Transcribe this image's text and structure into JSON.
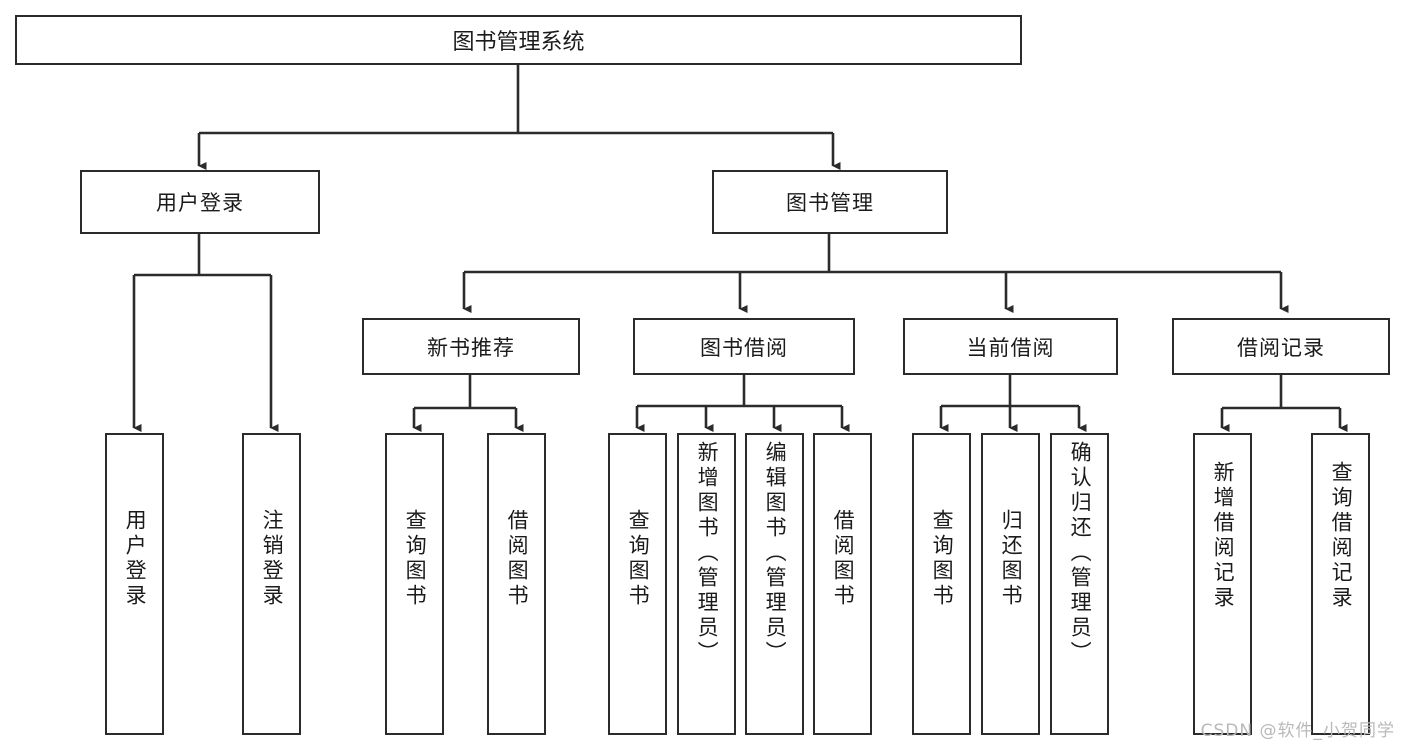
{
  "diagram": {
    "title": "图书管理系统",
    "type": "tree-diagram",
    "watermark": "CSDN @软件_小贺同学",
    "colors": {
      "stroke": "#2b2b2b",
      "background": "#ffffff",
      "text": "#1b1b1b",
      "watermark": "#b9b9b9"
    },
    "root": {
      "label": "图书管理系统"
    },
    "level2": [
      {
        "label": "用户登录"
      },
      {
        "label": "图书管理"
      }
    ],
    "level3": [
      {
        "label": "新书推荐"
      },
      {
        "label": "图书借阅"
      },
      {
        "label": "当前借阅"
      },
      {
        "label": "借阅记录"
      }
    ],
    "leaves": {
      "user_login": [
        {
          "label": "用户登录"
        },
        {
          "label": "注销登录"
        }
      ],
      "new_book": [
        {
          "label": "查询图书"
        },
        {
          "label": "借阅图书"
        }
      ],
      "borrow_book": [
        {
          "label": "查询图书"
        },
        {
          "label": "新增图书（管理员）"
        },
        {
          "label": "编辑图书（管理员）"
        },
        {
          "label": "借阅图书"
        }
      ],
      "current_borrow": [
        {
          "label": "查询图书"
        },
        {
          "label": "归还图书"
        },
        {
          "label": "确认归还（管理员）"
        }
      ],
      "borrow_record": [
        {
          "label": "新增借阅记录"
        },
        {
          "label": "查询借阅记录"
        }
      ]
    }
  }
}
